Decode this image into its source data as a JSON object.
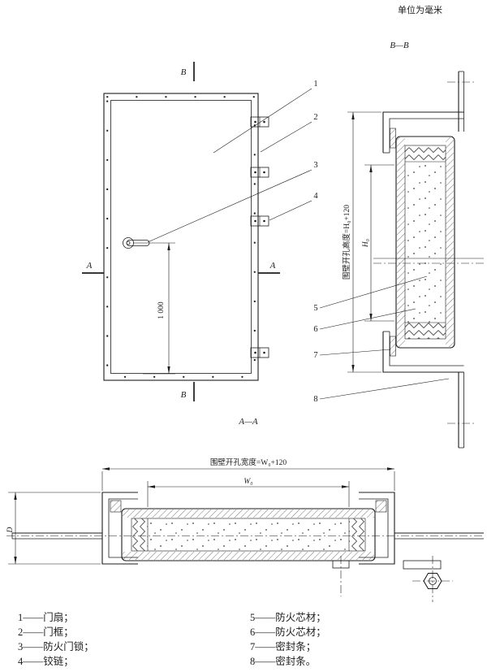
{
  "colors": {
    "ink": "#1c1c1c",
    "paper": "#ffffff",
    "hatch": "#3a3a3a"
  },
  "units_note": "单位为毫米",
  "front_view": {
    "marker_b_top": "B",
    "marker_b_bottom": "B",
    "marker_a_left": "A",
    "marker_a_right": "A",
    "dim_handle_height": "1 000",
    "caption": "A—A"
  },
  "section_bb": {
    "caption": "B—B",
    "dim_opening_height": "围壁开孔高度=H₀+120",
    "dim_h0": "H₀"
  },
  "section_aa": {
    "dim_opening_width": "围壁开孔宽度=W₀+120",
    "dim_w0": "W₀",
    "dim_depth": "D"
  },
  "callouts": {
    "c1": "1",
    "c2": "2",
    "c3": "3",
    "c4": "4",
    "c5": "5",
    "c6": "6",
    "c7": "7",
    "c8": "8"
  },
  "legend": {
    "items": [
      "1——门扇；",
      "2——门框；",
      "3——防火门锁；",
      "4——铰链；",
      "5——防火芯材；",
      "6——防火芯材；",
      "7——密封条；",
      "8——密封条。"
    ]
  }
}
